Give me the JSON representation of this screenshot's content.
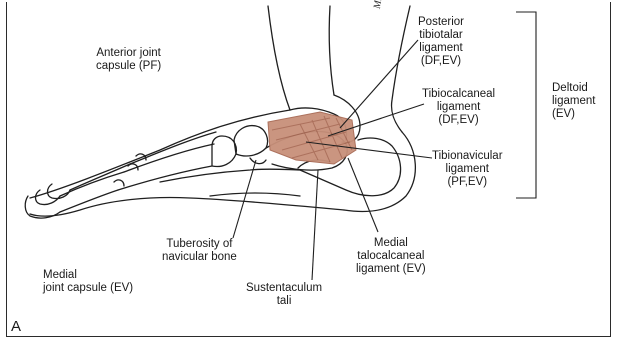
{
  "figure": {
    "panel_label": "A",
    "artist_signature": "M.H.Jee",
    "colors": {
      "line": "#1f1f1f",
      "ligament": "#c8907a",
      "ligament_dark": "#a86a55"
    },
    "labels": {
      "anterior_capsule": "Anterior joint\ncapsule (PF)",
      "posterior_tibiotalar": "Posterior\ntibiotalar\nligament\n(DF,EV)",
      "tibiocalcaneal": "Tibiocalcaneal\nligament\n(DF,EV)",
      "tibionavicular": "Tibionavicular\nligament\n(PF,EV)",
      "deltoid": "Deltoid\nligament\n(EV)",
      "tuberosity": "Tuberosity of\nnavicular bone",
      "sustentaculum": "Sustentaculum\ntali",
      "medial_talocalcaneal": "Medial\ntalocalcaneal\nligament (EV)",
      "medial_capsule": "Medial\njoint capsule (EV)"
    }
  }
}
